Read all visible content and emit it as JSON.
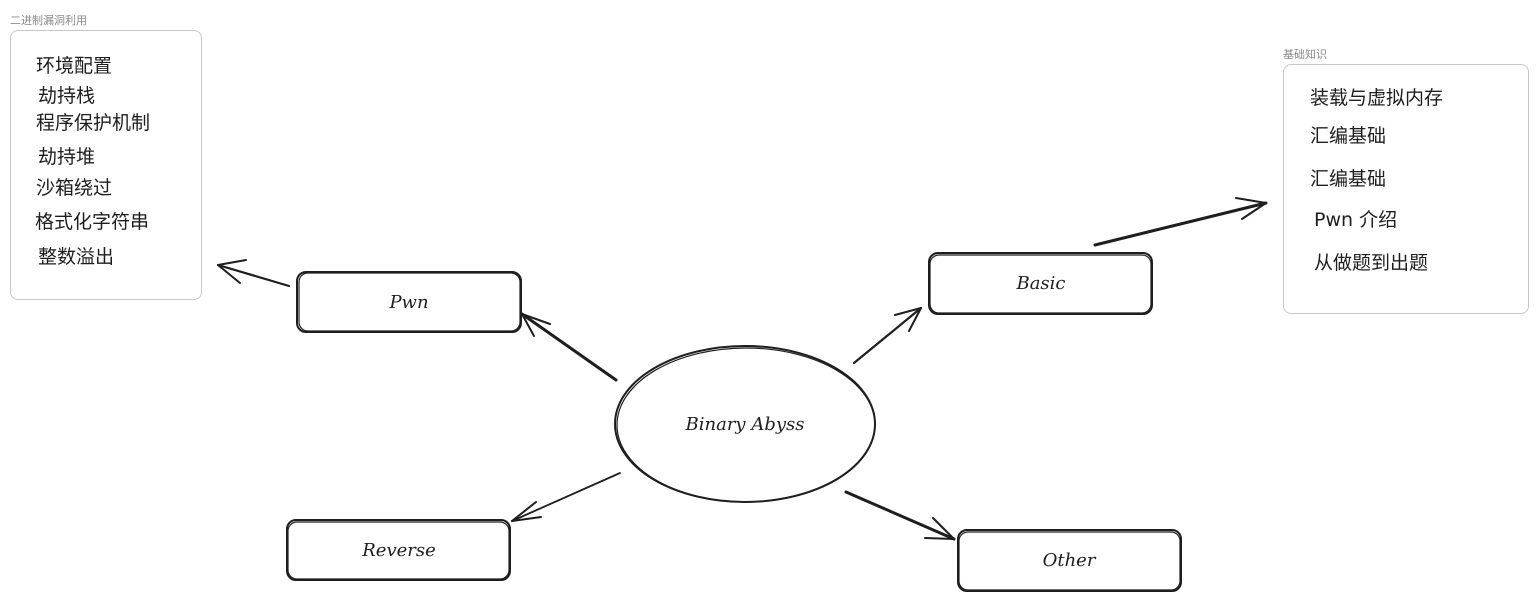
{
  "frames": {
    "pwn_group": {
      "label": "二进制漏洞利用",
      "items": [
        "环境配置",
        "劫持栈",
        "程序保护机制",
        "劫持堆",
        "沙箱绕过",
        "格式化字符串",
        "整数溢出"
      ]
    },
    "basic_group": {
      "label": "基础知识",
      "items": [
        "装载与虚拟内存",
        "汇编基础",
        "汇编基础",
        "Pwn 介绍",
        "从做题到出题"
      ]
    }
  },
  "nodes": {
    "center": "Binary Abyss",
    "pwn": "Pwn",
    "basic": "Basic",
    "reverse": "Reverse",
    "other": "Other"
  },
  "colors": {
    "stroke": "#1e1e1e",
    "frame_border": "#c8c8c8",
    "frame_label": "#8a8a8a"
  }
}
